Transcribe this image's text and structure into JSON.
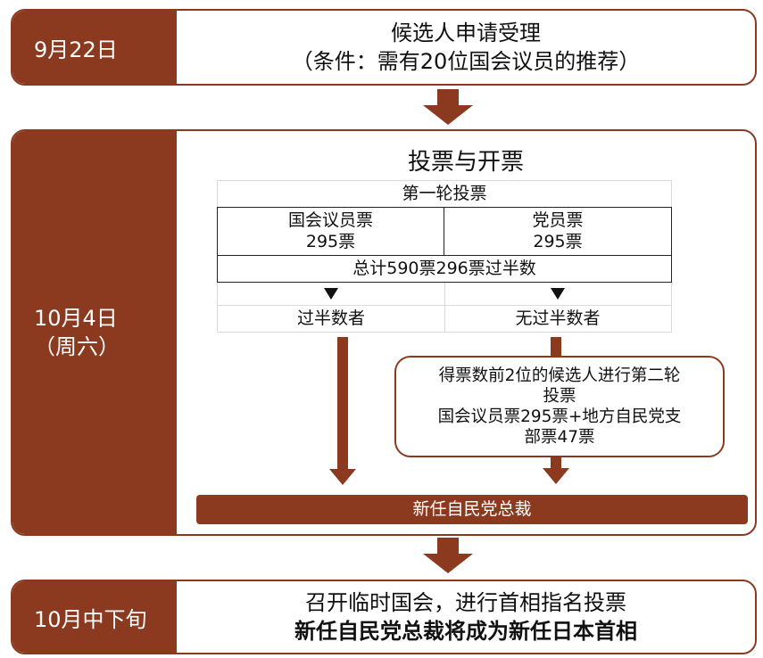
{
  "stage1": {
    "date": "9月22日",
    "line1": "候选人申请受理",
    "line2": "（条件：需有20位国会议员的推荐）"
  },
  "stage2": {
    "date_line1": "10月4日",
    "date_line2": "（周六）",
    "title": "投票与开票",
    "first_round": "第一轮投票",
    "diet_votes": "国会议员票",
    "diet_count": "295票",
    "member_votes": "党员票",
    "member_count": "295票",
    "total": "总计590票296票过半数",
    "majority": "过半数者",
    "no_majority": "无过半数者",
    "runoff_line1": "得票数前2位的候选人进行第二轮投票",
    "runoff_line2": "国会议员票295票+地方自民党支部票47票",
    "result": "新任自民党总裁"
  },
  "stage3": {
    "date": "10月中下旬",
    "line1": "召开临时国会，进行首相指名投票",
    "line2": "新任自民党总裁将成为新任日本首相"
  },
  "colors": {
    "accent": "#8b3a1f",
    "line": "#222222",
    "grid": "#d9d9d9"
  }
}
